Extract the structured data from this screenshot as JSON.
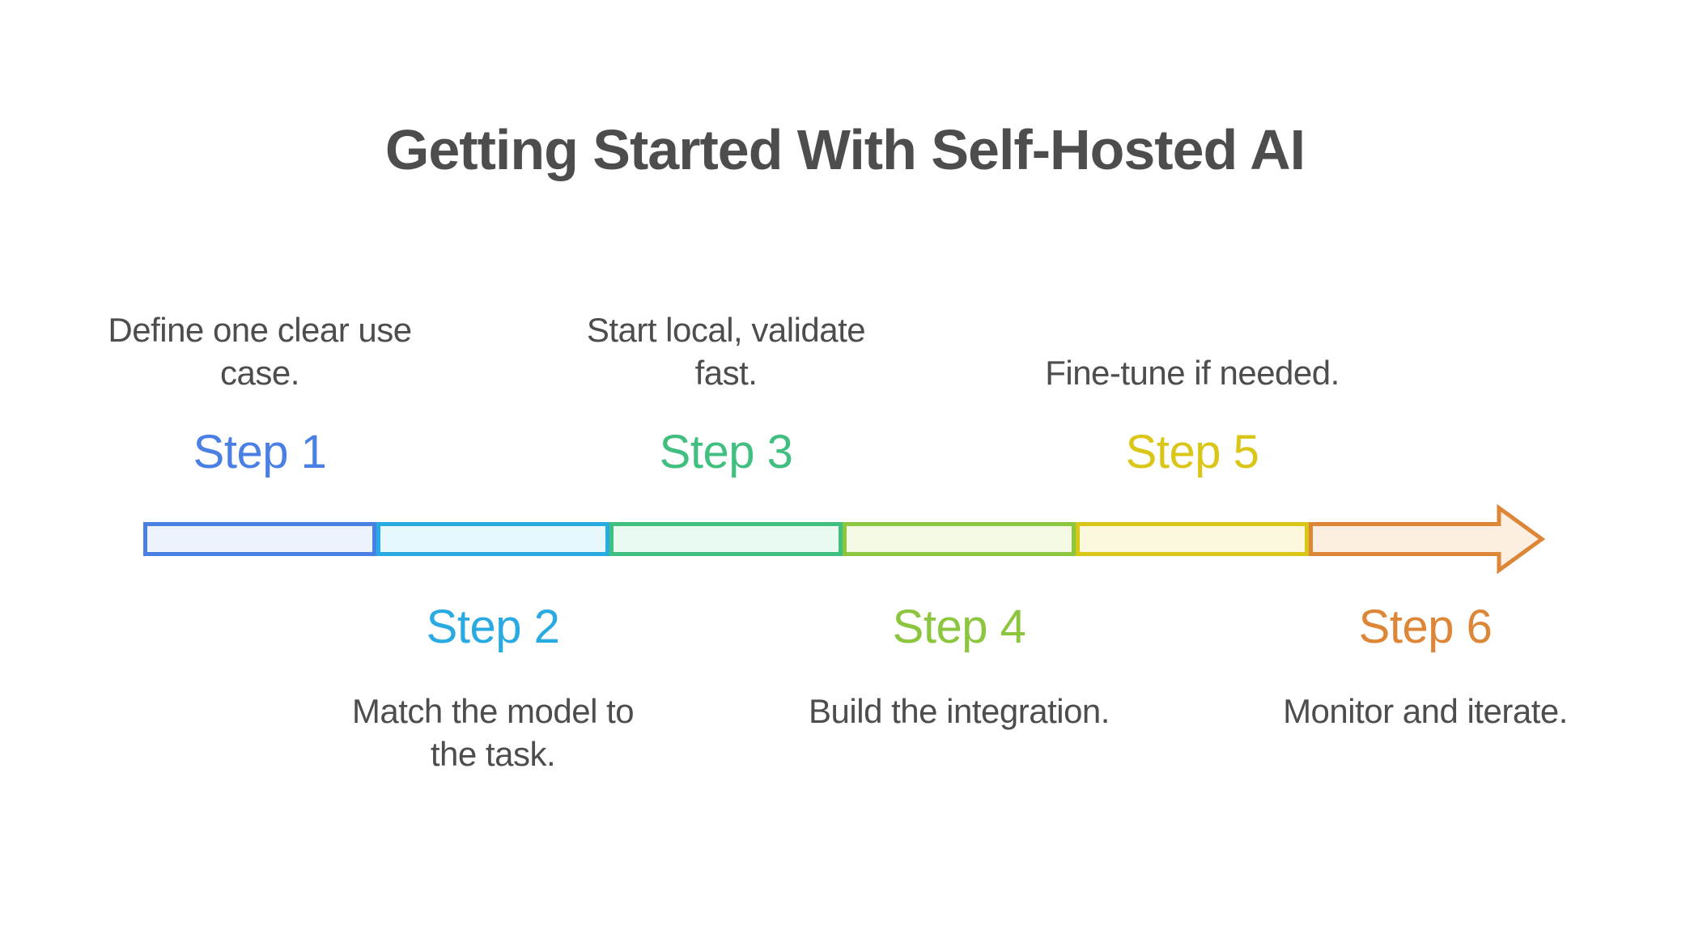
{
  "title": "Getting Started With Self-Hosted AI",
  "colors": {
    "background": "#FFFFFF",
    "text": "#4D4D4D"
  },
  "timeline": {
    "shape": "right-arrow",
    "steps": [
      {
        "label": "Step 1",
        "description": "Define one clear use\ncase.",
        "position": "above",
        "color": "#4A80E4",
        "fill": "#EDF3FD"
      },
      {
        "label": "Step 2",
        "description": "Match the model to\nthe task.",
        "position": "below",
        "color": "#29ABE2",
        "fill": "#E6F7FD"
      },
      {
        "label": "Step 3",
        "description": "Start local, validate\nfast.",
        "position": "above",
        "color": "#40BF80",
        "fill": "#E9FAF0"
      },
      {
        "label": "Step 4",
        "description": "Build the integration.",
        "position": "below",
        "color": "#8CC63F",
        "fill": "#F4F9E3"
      },
      {
        "label": "Step 5",
        "description": "Fine-tune if needed.",
        "position": "above",
        "color": "#D9C616",
        "fill": "#FCF8DD"
      },
      {
        "label": "Step 6",
        "description": "Monitor and iterate.",
        "position": "below",
        "color": "#DD8637",
        "fill": "#FCEFE2"
      }
    ]
  }
}
